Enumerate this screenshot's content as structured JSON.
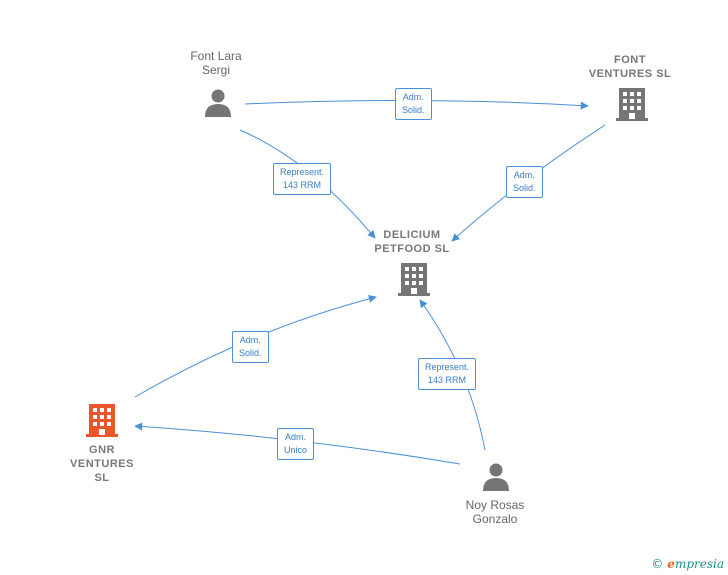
{
  "nodes": {
    "font_lara": {
      "label_line1": "Font Lara",
      "label_line2": "Sergi",
      "kind": "person",
      "icon": "person-icon"
    },
    "font_ventures": {
      "label_line1": "FONT",
      "label_line2": "VENTURES  SL",
      "kind": "company",
      "icon": "building-icon"
    },
    "delicium": {
      "label_line1": "DELICIUM",
      "label_line2": "PETFOOD  SL",
      "kind": "company",
      "icon": "building-icon"
    },
    "gnr": {
      "label_line1": "GNR",
      "label_line2": "VENTURES",
      "label_line3": "SL",
      "kind": "company",
      "icon": "building-icon",
      "highlight": true
    },
    "noy_rosas": {
      "label_line1": "Noy Rosas",
      "label_line2": "Gonzalo",
      "kind": "person",
      "icon": "person-icon"
    }
  },
  "edges": [
    {
      "id": "e1",
      "from": "font_lara",
      "to": "font_ventures",
      "line1": "Adm.",
      "line2": "Solid."
    },
    {
      "id": "e2",
      "from": "font_lara",
      "to": "delicium",
      "line1": "Represent.",
      "line2": "143 RRM"
    },
    {
      "id": "e3",
      "from": "font_ventures",
      "to": "delicium",
      "line1": "Adm.",
      "line2": "Solid."
    },
    {
      "id": "e4",
      "from": "gnr",
      "to": "delicium",
      "line1": "Adm.",
      "line2": "Solid."
    },
    {
      "id": "e5",
      "from": "noy_rosas",
      "to": "delicium",
      "line1": "Represent.",
      "line2": "143 RRM"
    },
    {
      "id": "e6",
      "from": "noy_rosas",
      "to": "gnr",
      "line1": "Adm.",
      "line2": "Unico"
    }
  ],
  "colors": {
    "edge": "#4a90d9",
    "icon_gray": "#757575",
    "icon_highlight": "#e8572a",
    "label_text": "#3a7dc9"
  },
  "brand": {
    "copyright": "©",
    "e_letter": "e",
    "rest": "mpresia"
  }
}
